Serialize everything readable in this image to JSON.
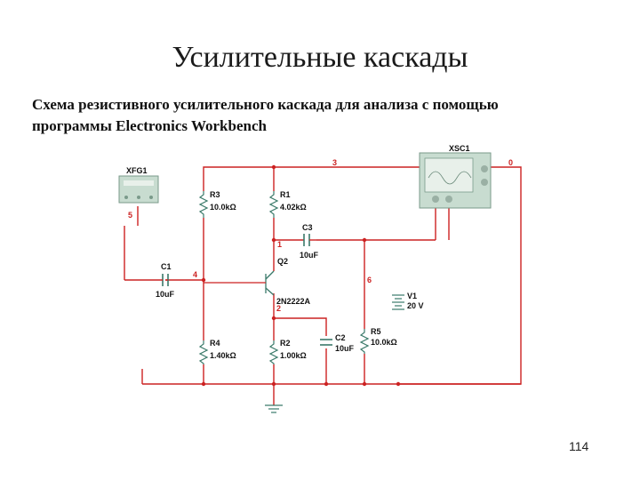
{
  "slide": {
    "title": "Усилительные каскады",
    "subtitle_line1": "Схема резистивного усилительного каскада для анализа с помощью",
    "subtitle_line2": "программы Electronics Workbench",
    "page_number": "114"
  },
  "instruments": {
    "function_generator": "XFG1",
    "oscilloscope": "XSC1"
  },
  "components": {
    "R3": {
      "name": "R3",
      "value": "10.0kΩ"
    },
    "R1": {
      "name": "R1",
      "value": "4.02kΩ"
    },
    "C3": {
      "name": "C3",
      "value": "10uF"
    },
    "Q2": {
      "name": "Q2",
      "value": "2N2222A"
    },
    "C1": {
      "name": "C1",
      "value": "10uF"
    },
    "R4": {
      "name": "R4",
      "value": "1.40kΩ"
    },
    "R2": {
      "name": "R2",
      "value": "1.00kΩ"
    },
    "C2": {
      "name": "C2",
      "value": "10uF"
    },
    "R5": {
      "name": "R5",
      "value": "10.0kΩ"
    },
    "V1": {
      "name": "V1",
      "value": "20 V"
    }
  },
  "nodes": {
    "n0": "0",
    "n1": "1",
    "n2": "2",
    "n3": "3",
    "n4": "4",
    "n5": "5",
    "n6": "6"
  },
  "colors": {
    "wire": "#cc2222",
    "component": "#3a7a6a",
    "instrument_body": "#c8dcd0"
  }
}
